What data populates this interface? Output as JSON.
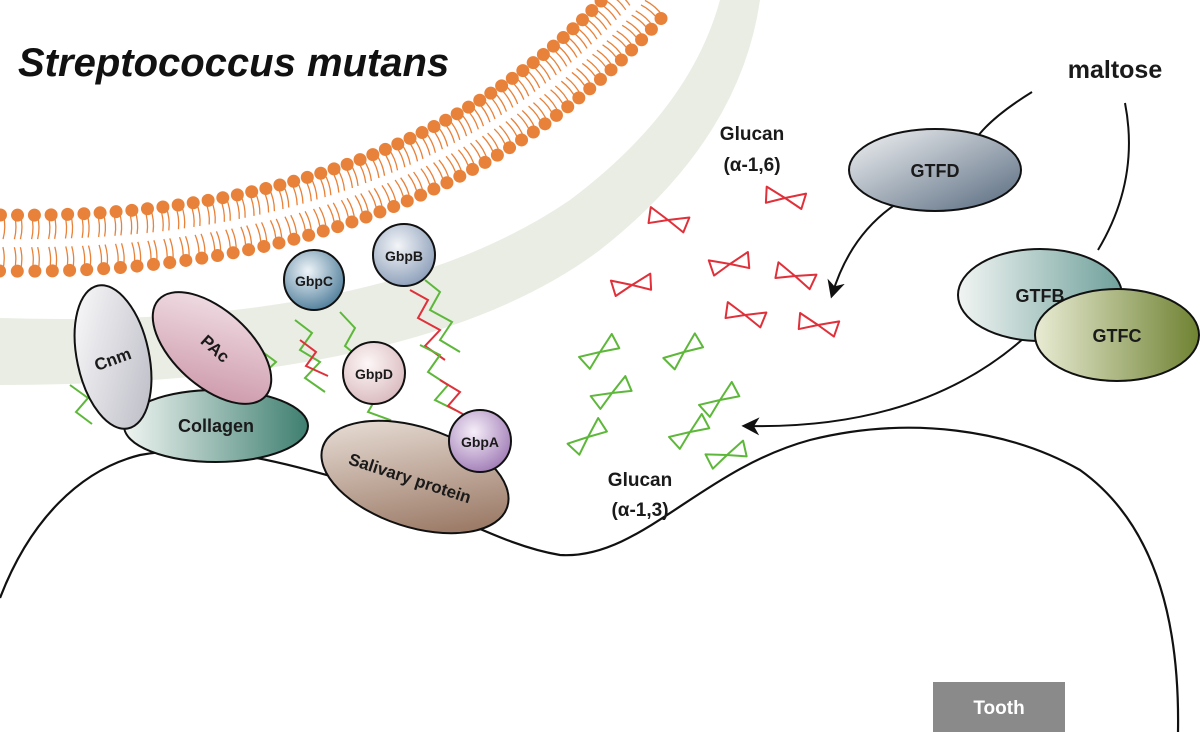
{
  "title": "Streptococcus mutans",
  "substrate": "maltose",
  "glucan_16": {
    "line1": "Glucan",
    "line2": "(α-1,6)"
  },
  "glucan_13": {
    "line1": "Glucan",
    "line2": "(α-1,3)"
  },
  "enzymes": {
    "gtfd": "GTFD",
    "gtfb": "GTFB",
    "gtfc": "GTFC"
  },
  "binding_proteins": {
    "gbpa": "GbpA",
    "gbpb": "GbpB",
    "gbpc": "GbpC",
    "gbpd": "GbpD"
  },
  "adhesins": {
    "cnm": "Cnm",
    "pac": "PAc"
  },
  "receptors": {
    "collagen": "Collagen",
    "salivary": "Salivary protein"
  },
  "tooth_label": "Tooth",
  "colors": {
    "phospholipid_head": "#E8823A",
    "cell_wall": "#E9EDE3",
    "glucan_16": "#E0303A",
    "glucan_13": "#5DB83A",
    "tooth_badge": "#8A8A8A"
  }
}
